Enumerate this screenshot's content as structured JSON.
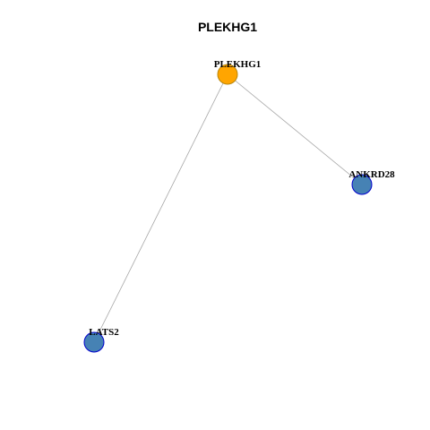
{
  "title": "PLEKHG1",
  "colors": {
    "hub_fill": "#ffa500",
    "hub_stroke": "#b8860b",
    "node_fill": "#4682b4",
    "node_stroke": "#0000cd",
    "edge": "#a6a6a6"
  },
  "nodes": [
    {
      "id": "PLEKHG1",
      "label": "PLEKHG1",
      "hub": true
    },
    {
      "id": "ANKRD28",
      "label": "ANKRD28",
      "hub": false
    },
    {
      "id": "LATS2",
      "label": "LATS2",
      "hub": false
    }
  ],
  "edges": [
    {
      "source": "PLEKHG1",
      "target": "ANKRD28"
    },
    {
      "source": "PLEKHG1",
      "target": "LATS2"
    }
  ]
}
